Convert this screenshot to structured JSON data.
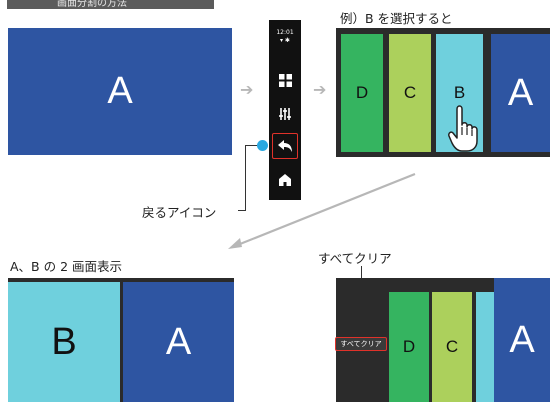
{
  "top_tab": {
    "label": "画面分割の方法"
  },
  "panel1": {
    "letter": "A"
  },
  "nav_bar": {
    "time": "12:01",
    "status_glyphs": "▾ ✱",
    "icons": [
      "grid-icon",
      "sliders-icon",
      "back-icon",
      "home-icon"
    ]
  },
  "back_callout": {
    "label": "戻るアイコン"
  },
  "example": {
    "caption": "例）B を選択すると",
    "cards": [
      {
        "letter": "D",
        "color": "#35b460"
      },
      {
        "letter": "C",
        "color": "#acd05c"
      },
      {
        "letter": "B",
        "color": "#6fd0dd"
      }
    ],
    "main_letter": "A"
  },
  "split": {
    "caption": "A、B の 2 画面表示",
    "left_letter": "B",
    "right_letter": "A"
  },
  "clear": {
    "callout": "すべてクリア",
    "button_label": "すべてクリア",
    "cards": [
      {
        "letter": "D",
        "color": "#35b460"
      },
      {
        "letter": "C",
        "color": "#acd05c"
      },
      {
        "letter": "",
        "color": "#6fd0dd"
      }
    ],
    "main_letter": "A"
  },
  "colors": {
    "accent_blue": "#2e55a2",
    "dark_bg": "#2b2b2b",
    "red_outline": "#e0322a",
    "callout_dot": "#29a8e0",
    "arrow": "#b7b7b7"
  }
}
